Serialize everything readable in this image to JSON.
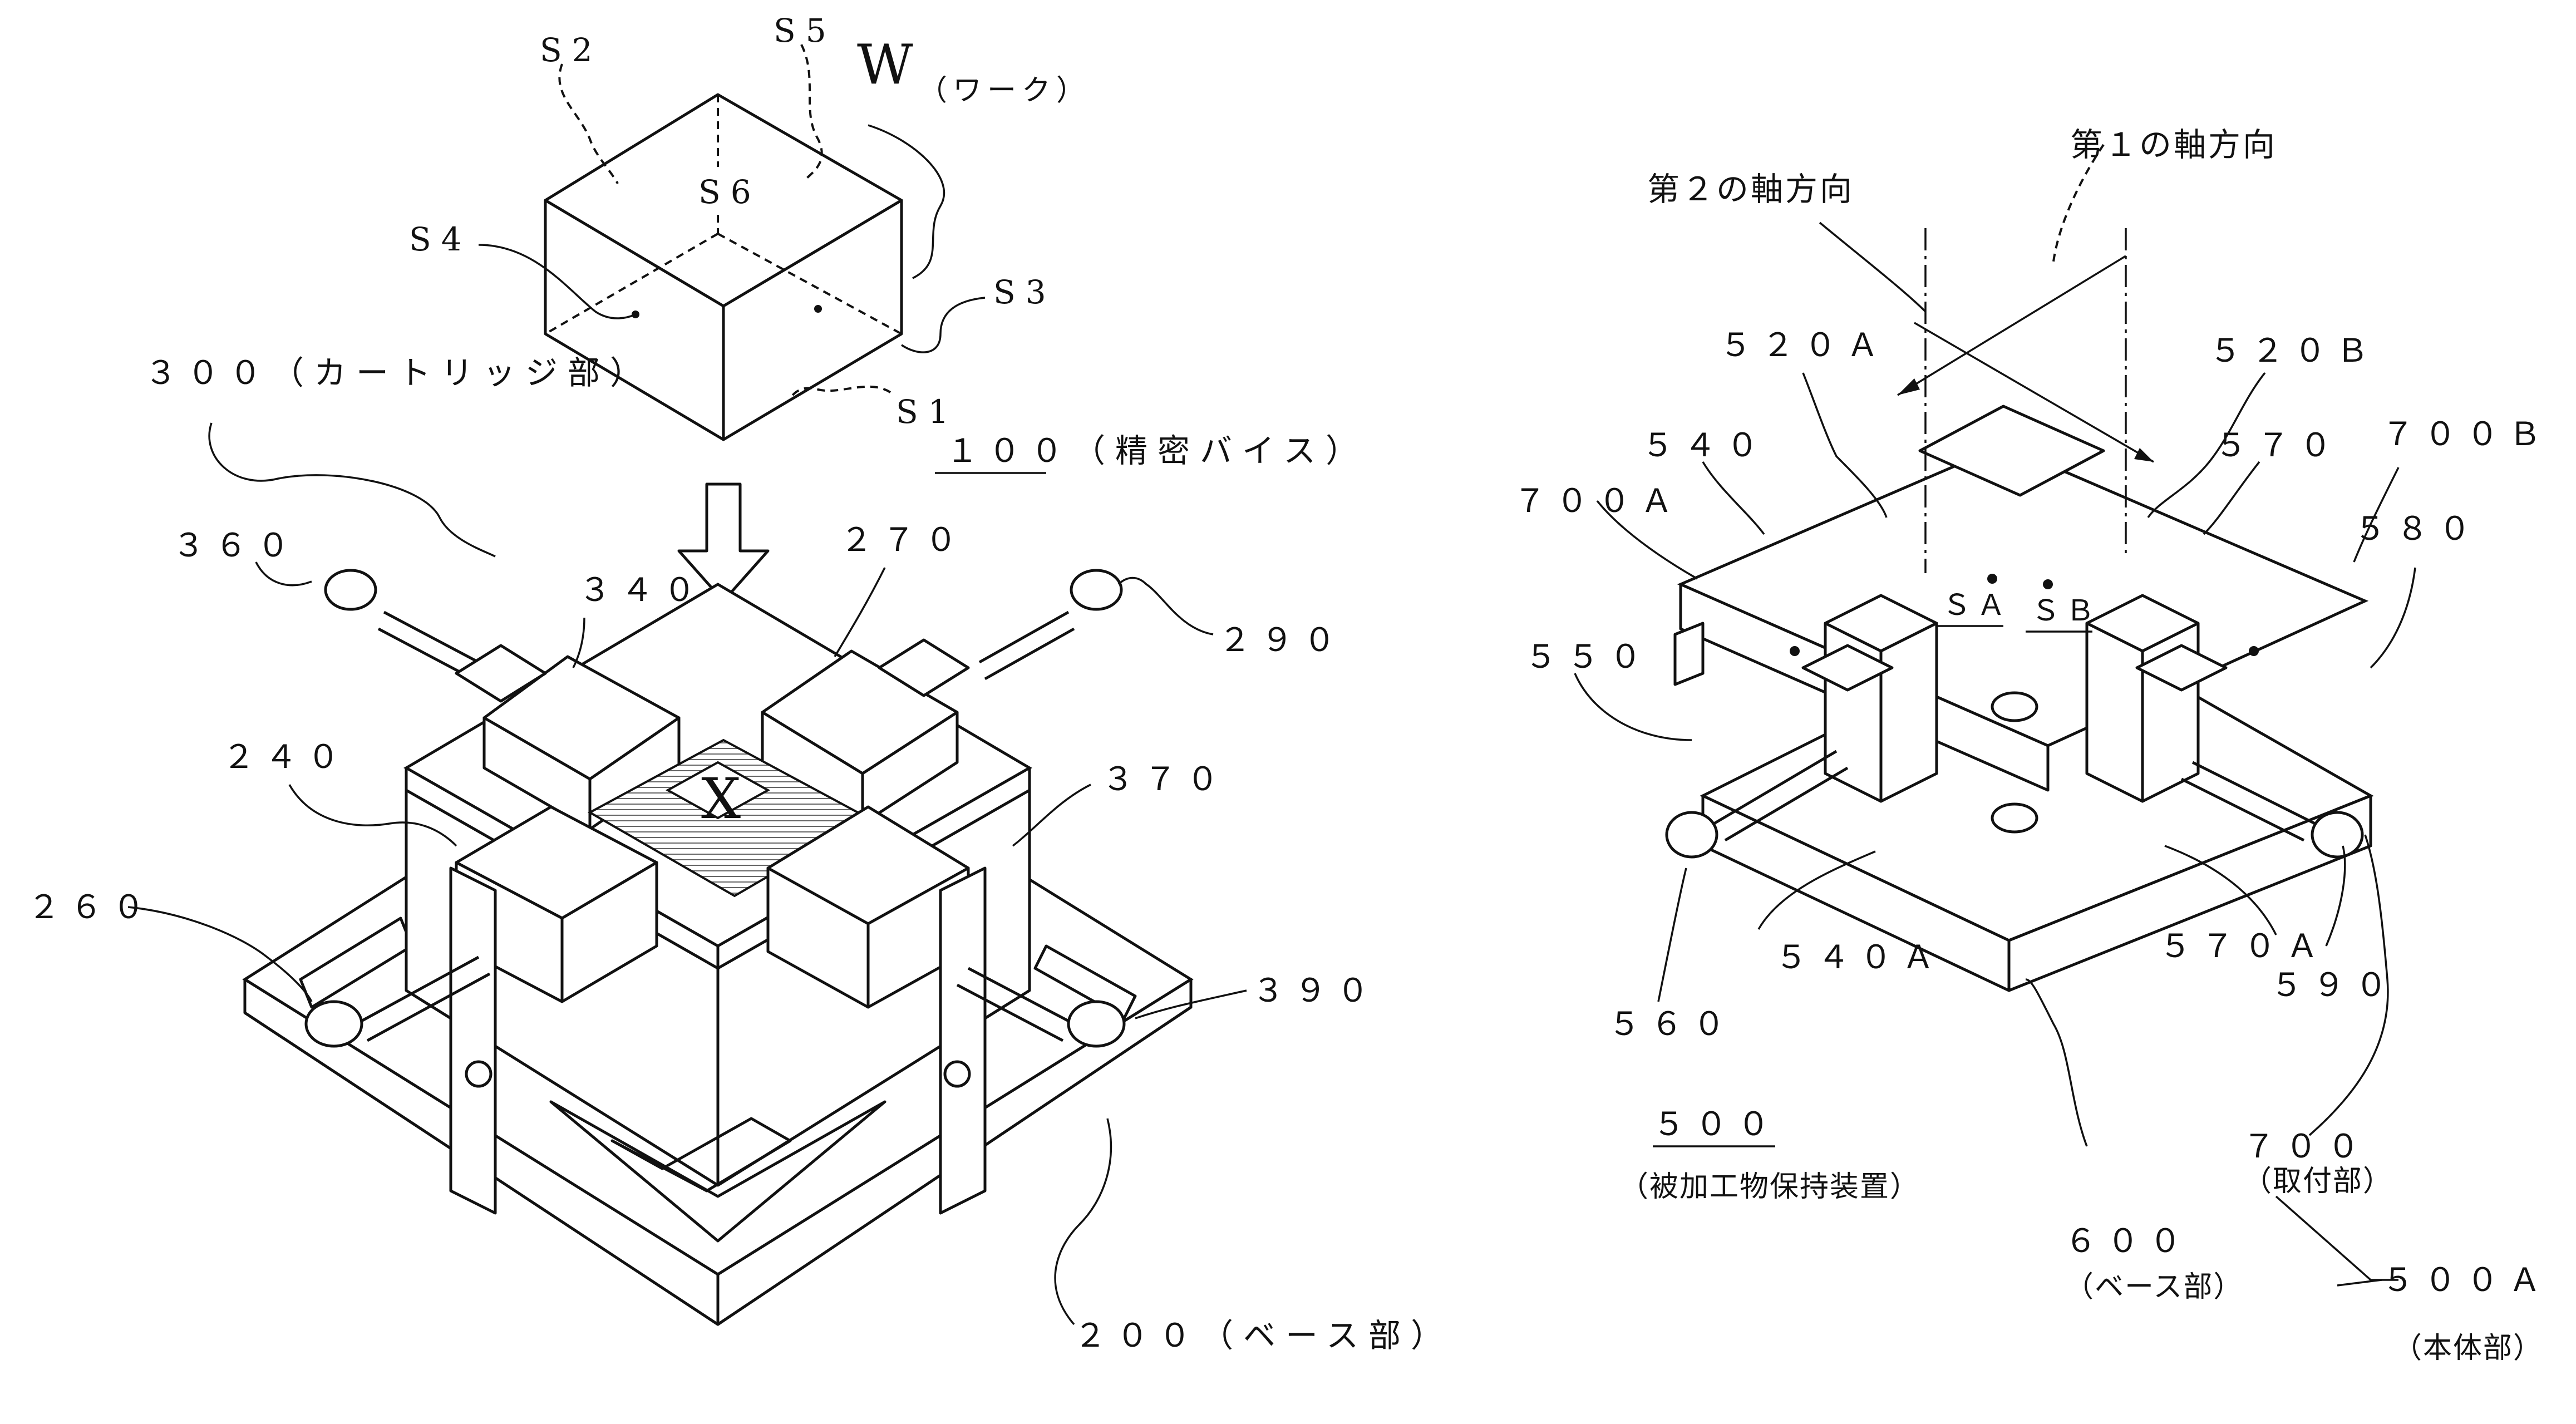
{
  "figure_left": {
    "work": {
      "letter": "W",
      "caption": "（ワーク）",
      "faces": [
        "S2",
        "S5",
        "S6",
        "S4",
        "S3",
        "S1"
      ]
    },
    "labels": {
      "cartridge": "３００（カートリッジ部）",
      "vise": "１００（精密バイス）",
      "l360": "３６０",
      "l340": "３４０",
      "l270": "２７０",
      "l290": "２９０",
      "l240": "２４０",
      "l370": "３７０",
      "l260": "２６０",
      "l390": "３９０",
      "base": "２００（ベース部）",
      "x_mark": "X"
    }
  },
  "figure_right": {
    "axis2": "第２の軸方向",
    "axis1": "第１の軸方向",
    "l520A": "５２０Ａ",
    "l520B": "５２０Ｂ",
    "l540": "５４０",
    "l570": "５７０",
    "l700A": "７００Ａ",
    "l700B": "７００Ｂ",
    "l580": "５８０",
    "l550": "５５０",
    "SA": "ＳＡ",
    "SB": "ＳＢ",
    "l540A": "５４０Ａ",
    "l570A": "５７０Ａ",
    "l560": "５６０",
    "l590": "５９０",
    "device_num": "５００",
    "device_name": "（被加工物保持装置）",
    "l700": "７００",
    "l700_name": "（取付部）",
    "l600": "６００",
    "l600_name": "（ベース部）",
    "l500A": "５００Ａ",
    "l500A_name": "（本体部）"
  }
}
